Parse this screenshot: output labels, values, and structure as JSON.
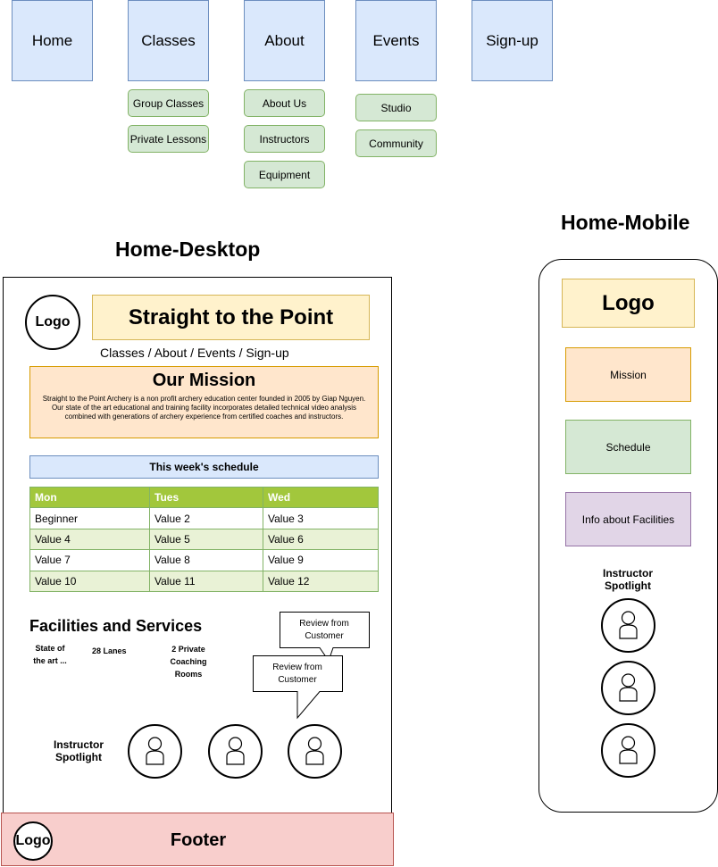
{
  "nav": {
    "home": "Home",
    "classes": "Classes",
    "about": "About",
    "events": "Events",
    "signup": "Sign-up",
    "classes_sub": [
      "Group Classes",
      "Private Lessons"
    ],
    "about_sub": [
      "About Us",
      "Instructors",
      "Equipment"
    ],
    "events_sub": [
      "Studio",
      "Community"
    ]
  },
  "desktop": {
    "heading": "Home-Desktop",
    "logo": "Logo",
    "banner": "Straight to the Point",
    "nav_links": "Classes / About / Events / Sign-up",
    "mission_title": "Our Mission",
    "mission_text": "Straight to the Point Archery is a non profit archery education center founded in 2005 by Giap Nguyen.  Our state of the art educational and training facility incorporates detailed technical video analysis combined with generations of archery experience from certified coaches and instructors.",
    "schedule_title": "This week's schedule",
    "schedule_headers": [
      "Mon",
      "Tues",
      "Wed"
    ],
    "schedule_rows": [
      [
        "Beginner",
        "Value 2",
        "Value 3"
      ],
      [
        "Value 4",
        "Value 5",
        "Value 6"
      ],
      [
        "Value 7",
        "Value 8",
        "Value 9"
      ],
      [
        "Value 10",
        "Value 11",
        "Value 12"
      ]
    ],
    "facilities_title": "Facilities and Services",
    "facility_1": "State of the art ...",
    "facility_2": "28 Lanes",
    "facility_3": "2 Private Coaching Rooms",
    "review_1": "Review from Customer",
    "review_2": "Review from Customer",
    "instructor_spotlight": "Instructor Spotlight",
    "footer": "Footer",
    "footer_logo": "Logo"
  },
  "mobile": {
    "heading": "Home-Mobile",
    "logo": "Logo",
    "mission": "Mission",
    "schedule": "Schedule",
    "facilities": "Info about Facilities",
    "instructor_spotlight": "Instructor Spotlight"
  },
  "colors": {
    "blue_fill": "#dae8fc",
    "green_fill": "#d5e8d4",
    "yellow_fill": "#fff2cc",
    "orange_fill": "#ffe6cc",
    "purple_fill": "#e1d5e7",
    "red_fill": "#f8cecc",
    "table_header": "#a2c73c"
  },
  "icons": {
    "person": "user-icon"
  }
}
